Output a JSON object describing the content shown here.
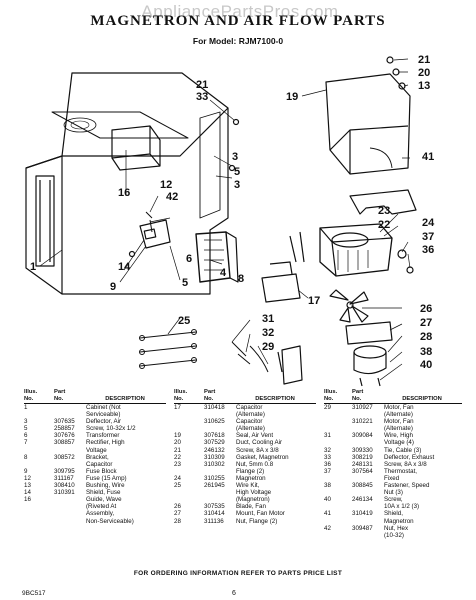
{
  "watermark": "AppliancePartsPros.com",
  "title": "MAGNETRON AND AIR FLOW PARTS",
  "model": "For Model: RJM7100-0",
  "callouts": [
    "21",
    "20",
    "13",
    "19",
    "21",
    "33",
    "3",
    "5",
    "3",
    "41",
    "16",
    "12",
    "42",
    "23",
    "24",
    "22",
    "37",
    "36",
    "1",
    "6",
    "14",
    "8",
    "5",
    "9",
    "25",
    "4",
    "17",
    "26",
    "27",
    "28",
    "31",
    "32",
    "29",
    "38",
    "40"
  ],
  "table_headers": {
    "illus": "Illus.\nNo.",
    "part": "Part\nNo.",
    "desc": "DESCRIPTION"
  },
  "parts_col1": [
    {
      "illus": "1",
      "part": "",
      "desc": "Cabinet (Not\nServiceable)"
    },
    {
      "illus": "3",
      "part": "307635",
      "desc": "Deflector, Air"
    },
    {
      "illus": "5",
      "part": "258857",
      "desc": "Screw, 10-32x 1/2"
    },
    {
      "illus": "6",
      "part": "307676",
      "desc": "Transformer"
    },
    {
      "illus": "7",
      "part": "308857",
      "desc": "Rectifier, High\nVoltage"
    },
    {
      "illus": "8",
      "part": "308572",
      "desc": "Bracket,\nCapacitor"
    },
    {
      "illus": "9",
      "part": "309795",
      "desc": "Fuse Block"
    },
    {
      "illus": "12",
      "part": "311167",
      "desc": "Fuse (15 Amp)"
    },
    {
      "illus": "13",
      "part": "308410",
      "desc": "Bushing, Wire"
    },
    {
      "illus": "14",
      "part": "310391",
      "desc": "Shield, Fuse"
    },
    {
      "illus": "16",
      "part": "",
      "desc": "Guide, Wave\n(Riveted At\nAssembly,\nNon-Serviceable)"
    }
  ],
  "parts_col2": [
    {
      "illus": "17",
      "part": "310418",
      "desc": "Capacitor\n(Alternate)"
    },
    {
      "illus": "",
      "part": "310625",
      "desc": "Capacitor\n(Alternate)"
    },
    {
      "illus": "19",
      "part": "307618",
      "desc": "Seal, Air Vent"
    },
    {
      "illus": "20",
      "part": "307529",
      "desc": "Duct, Cooling Air"
    },
    {
      "illus": "21",
      "part": "246132",
      "desc": "Screw, 8A x 3/8"
    },
    {
      "illus": "22",
      "part": "310309",
      "desc": "Gasket, Magnetron"
    },
    {
      "illus": "23",
      "part": "310302",
      "desc": "Nut, 5mm 0.8\nFlange (2)"
    },
    {
      "illus": "24",
      "part": "310255",
      "desc": "Magnetron"
    },
    {
      "illus": "25",
      "part": "261945",
      "desc": "Wire Kit,\nHigh Voltage\n(Magnetron)"
    },
    {
      "illus": "26",
      "part": "307535",
      "desc": "Blade, Fan"
    },
    {
      "illus": "27",
      "part": "310414",
      "desc": "Mount, Fan Motor"
    },
    {
      "illus": "28",
      "part": "311136",
      "desc": "Nut, Flange (2)"
    }
  ],
  "parts_col3": [
    {
      "illus": "29",
      "part": "310927",
      "desc": "Motor, Fan\n(Alternate)"
    },
    {
      "illus": "",
      "part": "310221",
      "desc": "Motor, Fan\n(Alternate)"
    },
    {
      "illus": "31",
      "part": "309084",
      "desc": "Wire, High\nVoltage (4)"
    },
    {
      "illus": "32",
      "part": "309330",
      "desc": "Tie, Cable (3)"
    },
    {
      "illus": "33",
      "part": "308219",
      "desc": "Deflector, Exhaust"
    },
    {
      "illus": "36",
      "part": "248131",
      "desc": "Screw, 8A x 3/8"
    },
    {
      "illus": "37",
      "part": "307564",
      "desc": "Thermostat,\nFixed"
    },
    {
      "illus": "38",
      "part": "308845",
      "desc": "Fastener, Speed\nNut (3)"
    },
    {
      "illus": "40",
      "part": "246134",
      "desc": "Screw,\n10A x 1/2 (3)"
    },
    {
      "illus": "41",
      "part": "310419",
      "desc": "Shield,\nMagnetron"
    },
    {
      "illus": "42",
      "part": "309487",
      "desc": "Nut, Hex\n(10-32)"
    }
  ],
  "footer": "FOR ORDERING INFORMATION REFER TO PARTS PRICE LIST",
  "doc_code": "9BC517",
  "page_number": "6"
}
